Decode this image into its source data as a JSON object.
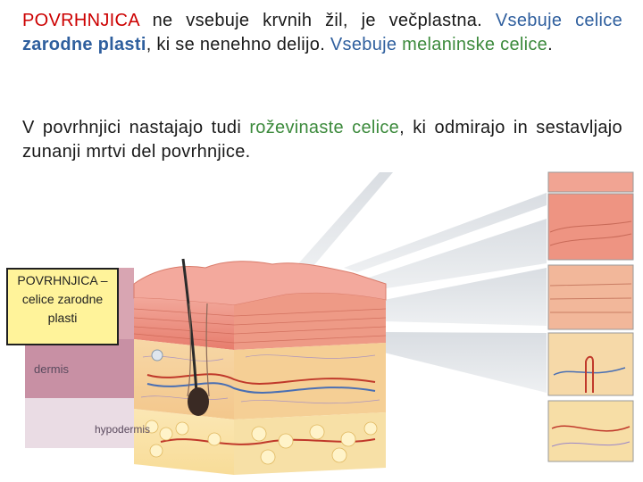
{
  "paragraph1": {
    "term_povrhnjica": "POVRHNJICA",
    "text_a": " ne vsebuje krvnih žil, je večplastna. ",
    "text_vsebuje1": "Vsebuje celice ",
    "term_zarodne": "zarodne plasti",
    "text_b": ", ki se nenehno delijo. ",
    "text_vsebuje2": "Vsebuje ",
    "term_melanin": "melaninske celice",
    "text_c": "."
  },
  "paragraph2": {
    "text_a": "V povrhnjici nastajajo tudi ",
    "term_rozevinaste": "roževinaste celice",
    "text_b": ", ki odmirajo in sestavljajo zunanji mrtvi del povrhnjice."
  },
  "figure": {
    "callout_text": "POVRHNJICA – celice zarodne plasti",
    "label_dermis": "dermis",
    "label_hypodermis": "hypodermis"
  },
  "colors": {
    "red": "#cc0000",
    "blue": "#2f5f9e",
    "green": "#3c8a3c",
    "callout_bg": "#fff39a"
  }
}
